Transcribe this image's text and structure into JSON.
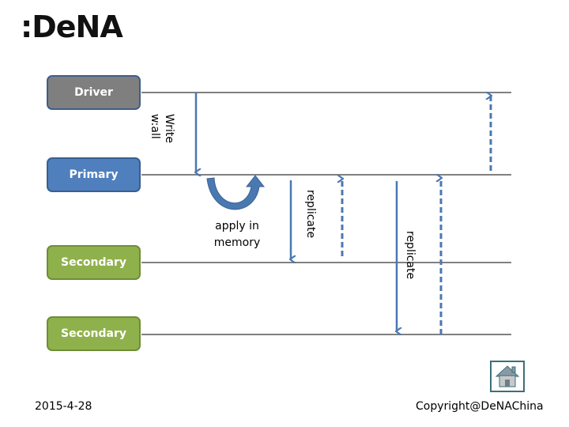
{
  "logo": {
    "text": ":DeNA"
  },
  "nodes": {
    "driver": "Driver",
    "primary": "Primary",
    "secondary1": "Secondary",
    "secondary2": "Secondary"
  },
  "labels": {
    "write": "Write\nw:all",
    "write_line1": "Write",
    "write_line2": "w:all",
    "apply_line1": "apply in",
    "apply_line2": "memory",
    "replicate1": "replicate",
    "replicate2": "replicate"
  },
  "footer": {
    "date": "2015-4-28",
    "copyright": "Copyright@DeNAChina"
  },
  "icons": {
    "home": "home-icon"
  },
  "colors": {
    "driver": "#7f7f7f",
    "primary": "#4f7fbd",
    "secondary": "#8fb14c",
    "arrow": "#4a78b0",
    "line": "#808080"
  }
}
